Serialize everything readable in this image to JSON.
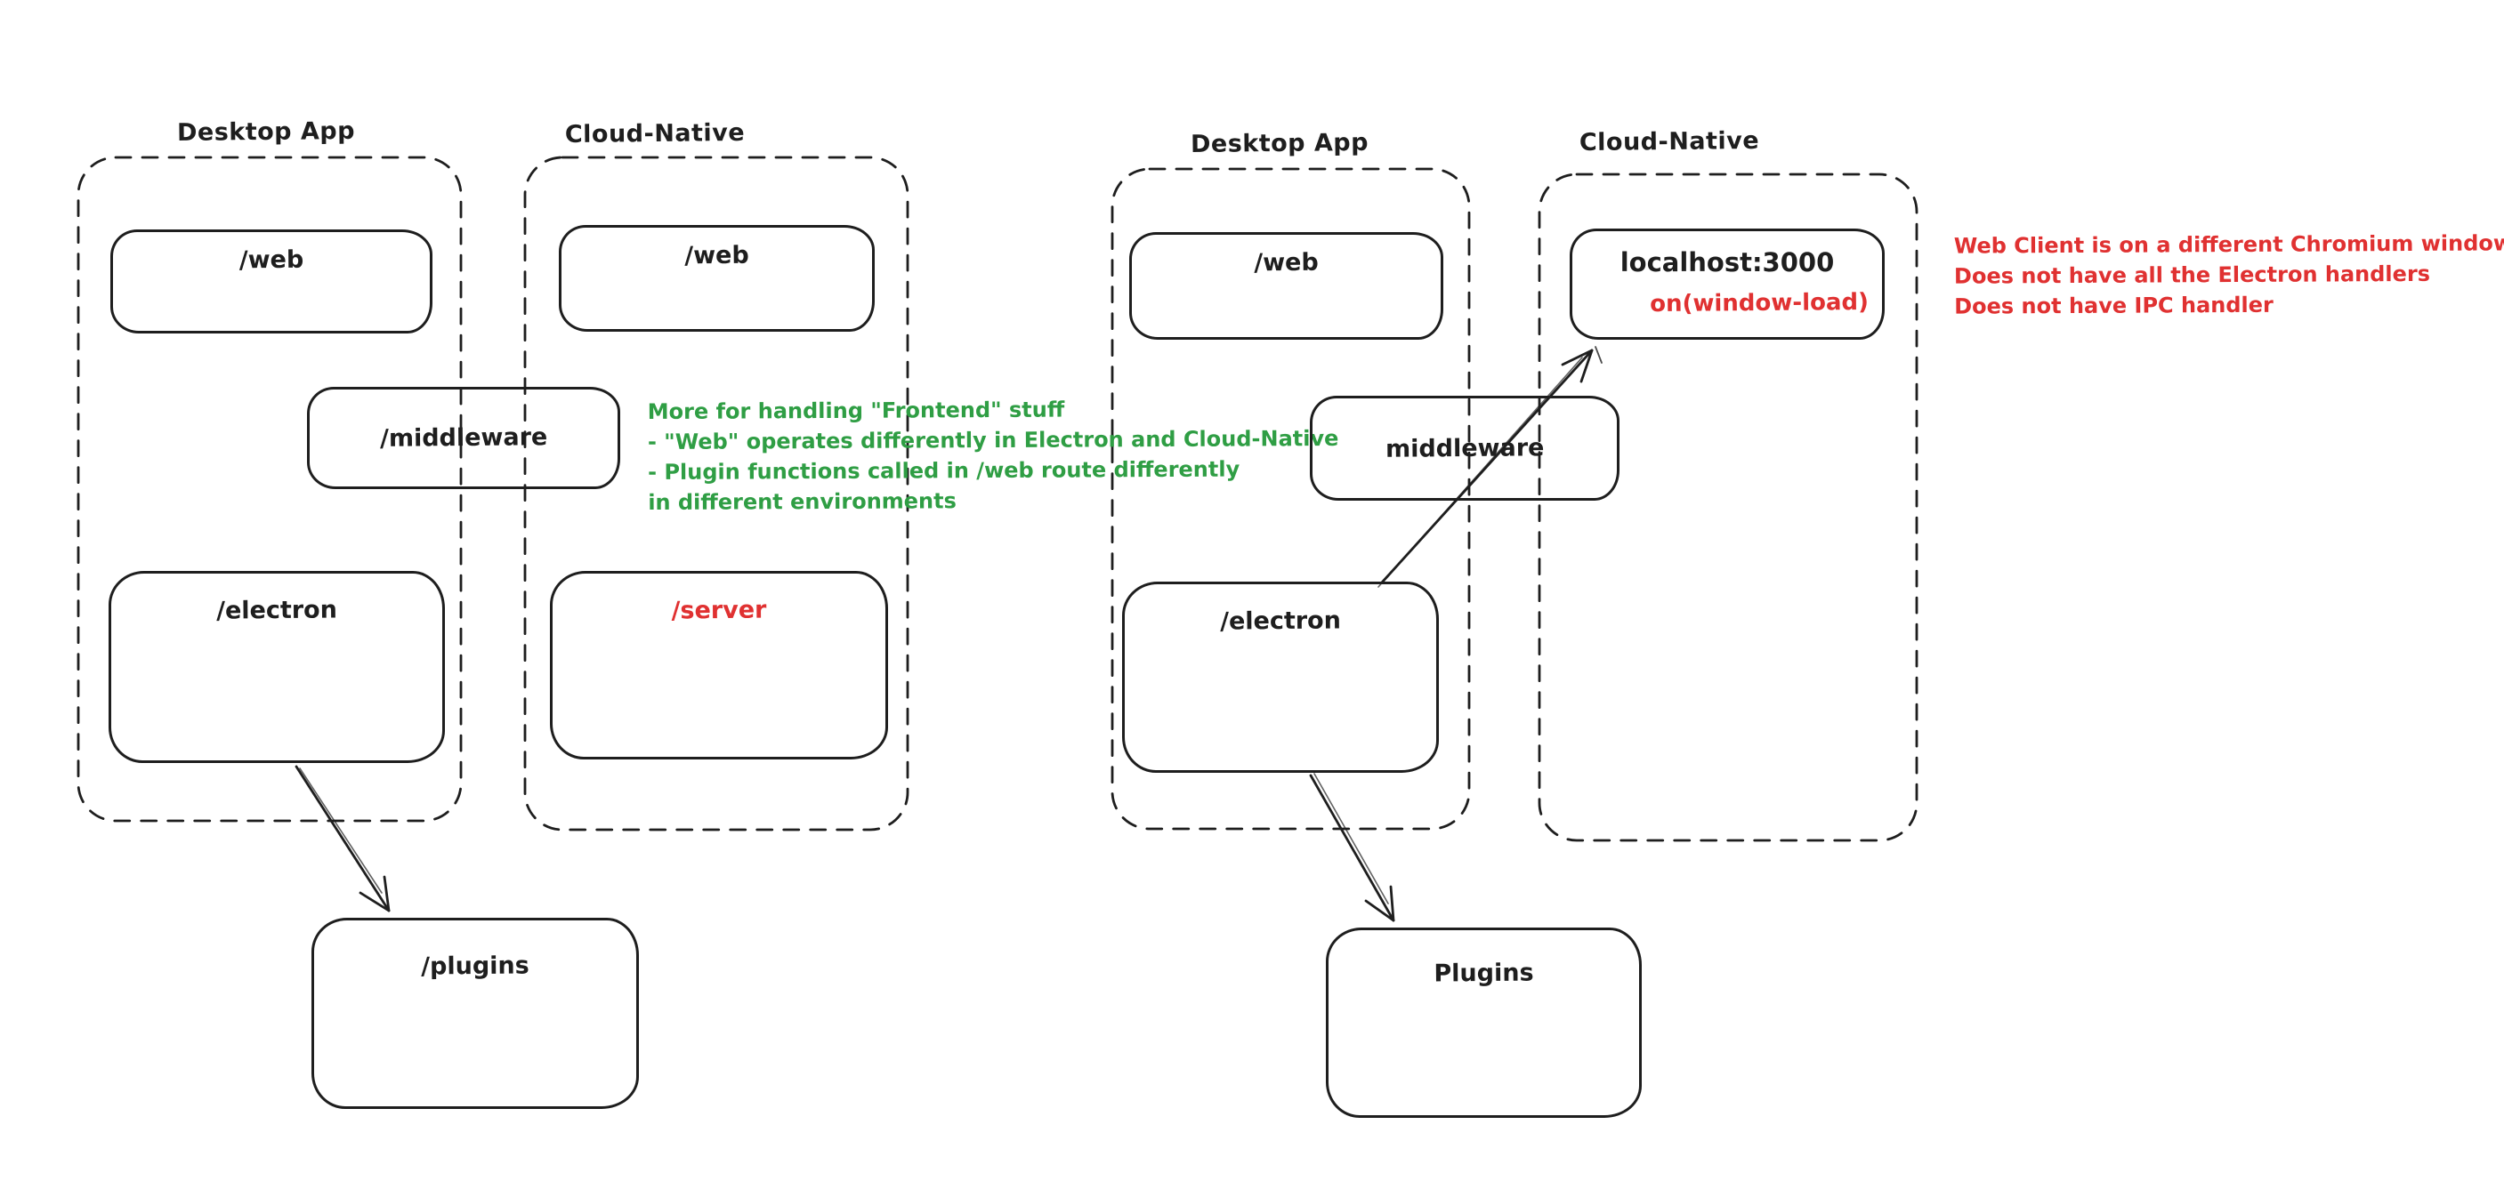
{
  "palette": {
    "background": "#ffffff",
    "ink": "#1e1e1e",
    "red": "#e03131",
    "green": "#2f9e44"
  },
  "left": {
    "desktop_label": "Desktop App",
    "cloud_label": "Cloud-Native",
    "web_desktop": "/web",
    "web_cloud": "/web",
    "middleware": "/middleware",
    "electron": "/electron",
    "server": "/server",
    "plugins": "/plugins",
    "note_lines": [
      "More for handling \"Frontend\" stuff",
      "- \"Web\" operates differently in Electron and Cloud-Native",
      "- Plugin functions called in /web route differently",
      "in different environments"
    ]
  },
  "right": {
    "desktop_label": "Desktop App",
    "cloud_label": "Cloud-Native",
    "web": "/web",
    "localhost_title": "localhost:3000",
    "localhost_event": "on(window-load)",
    "middleware": "middleware",
    "electron": "/electron",
    "plugins": "Plugins",
    "note_lines": [
      "Web Client is on a different Chromium window",
      "Does not have all the Electron handlers",
      "Does not have IPC handler"
    ]
  }
}
